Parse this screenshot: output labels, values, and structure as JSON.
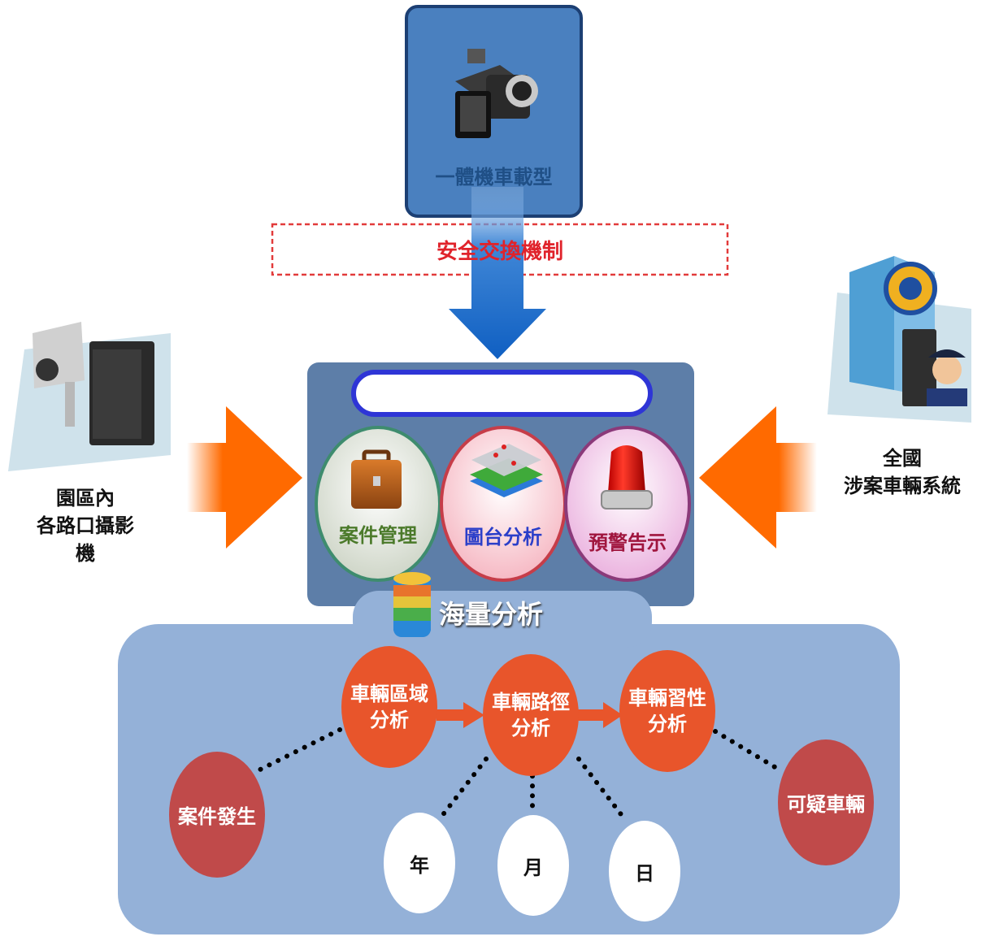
{
  "top_device": {
    "label": "一體機車載型"
  },
  "security": {
    "label": "安全交換機制"
  },
  "left_source": {
    "line1": "園區內",
    "line2": "各路口攝影",
    "line3": "機"
  },
  "right_source": {
    "line1": "全國",
    "line2": "涉案車輛系統"
  },
  "modules": {
    "case": "案件管理",
    "map": "圖台分析",
    "alert": "預警告示"
  },
  "analysis": {
    "title": "海量分析"
  },
  "flow": {
    "region": {
      "line1": "車輛區域",
      "line2": "分析"
    },
    "route": {
      "line1": "車輛路徑",
      "line2": "分析"
    },
    "habit": {
      "line1": "車輛習性",
      "line2": "分析"
    },
    "case_event": "案件發生",
    "suspicious": "可疑車輛",
    "year": "年",
    "month": "月",
    "day": "日"
  },
  "colors": {
    "top_box": "#4a80bf",
    "main_box": "#5d7ea8",
    "lower_box": "#94b1d8",
    "orange_arrow": "#ff6a00",
    "blue_arrow": "#1466c7",
    "flow_node": "#e8552b",
    "end_node": "#c04a4a"
  }
}
